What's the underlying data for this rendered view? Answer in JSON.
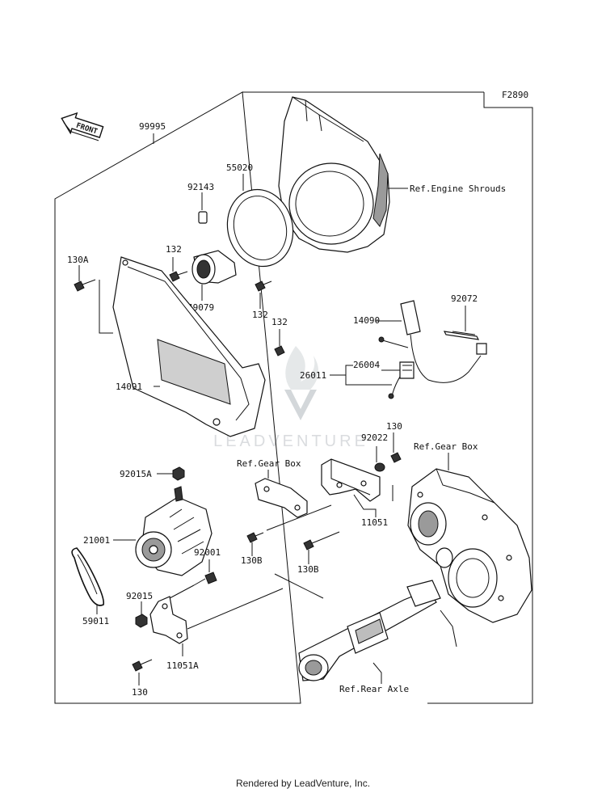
{
  "diagram": {
    "figure_code": "F2890",
    "front_label": "FRONT",
    "watermark": "LEADVENTURE",
    "labels": {
      "p99995": "99995",
      "p55020": "55020",
      "p92143": "92143",
      "p130A": "130A",
      "p132a": "132",
      "p49079": "49079",
      "p132b": "132",
      "p132c": "132",
      "p14091": "14091",
      "p14090": "14090",
      "p92072": "92072",
      "p26004": "26004",
      "p26011": "26011",
      "p92022": "92022",
      "p130a": "130",
      "p92015A": "92015A",
      "p21001": "21001",
      "p92001": "92001",
      "p92015": "92015",
      "p59011": "59011",
      "p11051A": "11051A",
      "p130b": "130",
      "p130B1": "130B",
      "p130B2": "130B",
      "p11051": "11051"
    },
    "refs": {
      "engine_shrouds": "Ref.Engine Shrouds",
      "gear_box_left": "Ref.Gear Box",
      "gear_box_right": "Ref.Gear Box",
      "rear_axle": "Ref.Rear Axle"
    }
  },
  "footer": "Rendered by LeadVenture, Inc."
}
